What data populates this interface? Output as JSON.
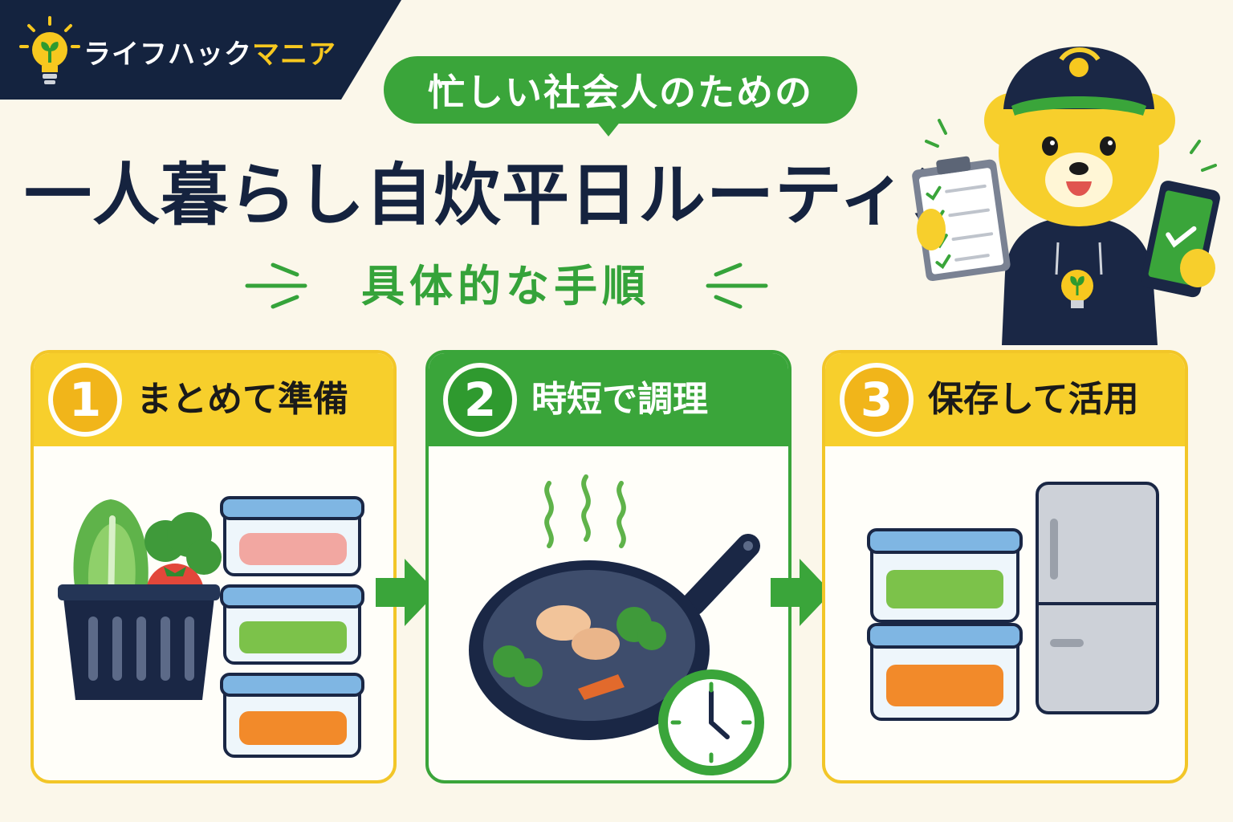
{
  "brand": {
    "name_part1": "ライフハック",
    "name_part2": "マニア"
  },
  "header": {
    "bubble_text": "忙しい社会人のための",
    "title": "一人暮らし自炊平日ルーティン",
    "subtitle": "具体的な手順"
  },
  "steps": [
    {
      "number": "1",
      "label": "まとめて準備"
    },
    {
      "number": "2",
      "label": "時短で調理"
    },
    {
      "number": "3",
      "label": "保存して活用"
    }
  ],
  "colors": {
    "navy": "#14233f",
    "yellow": "#f7cf2c",
    "green": "#3aa53a",
    "background": "#fbf7ea"
  },
  "icons": [
    "lightbulb-sprout-icon",
    "arrow-right-icon",
    "clock-icon",
    "check-icon"
  ]
}
